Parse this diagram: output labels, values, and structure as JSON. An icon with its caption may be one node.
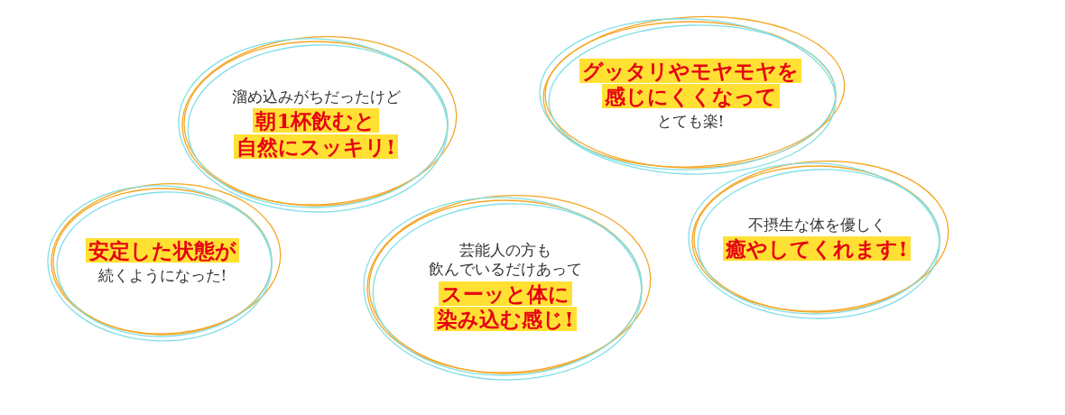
{
  "diagram": {
    "nodes": [
      {
        "text": [
          "溜め込みがちだったけど",
          "朝1杯飲むと自然にスッキリ!"
        ]
      },
      {
        "text": [
          "グッタリやモヤモヤを感じにくくなって",
          "とても楽!"
        ]
      },
      {
        "text": [
          "安定した状態が",
          "続くようになった!"
        ]
      },
      {
        "text": [
          "芸能人の方も飲んでいるだけあって",
          "スーッと体に染み込む感じ!"
        ]
      },
      {
        "text": [
          "不摂生な体を優しく",
          "癒やしてくれます!"
        ]
      }
    ]
  }
}
